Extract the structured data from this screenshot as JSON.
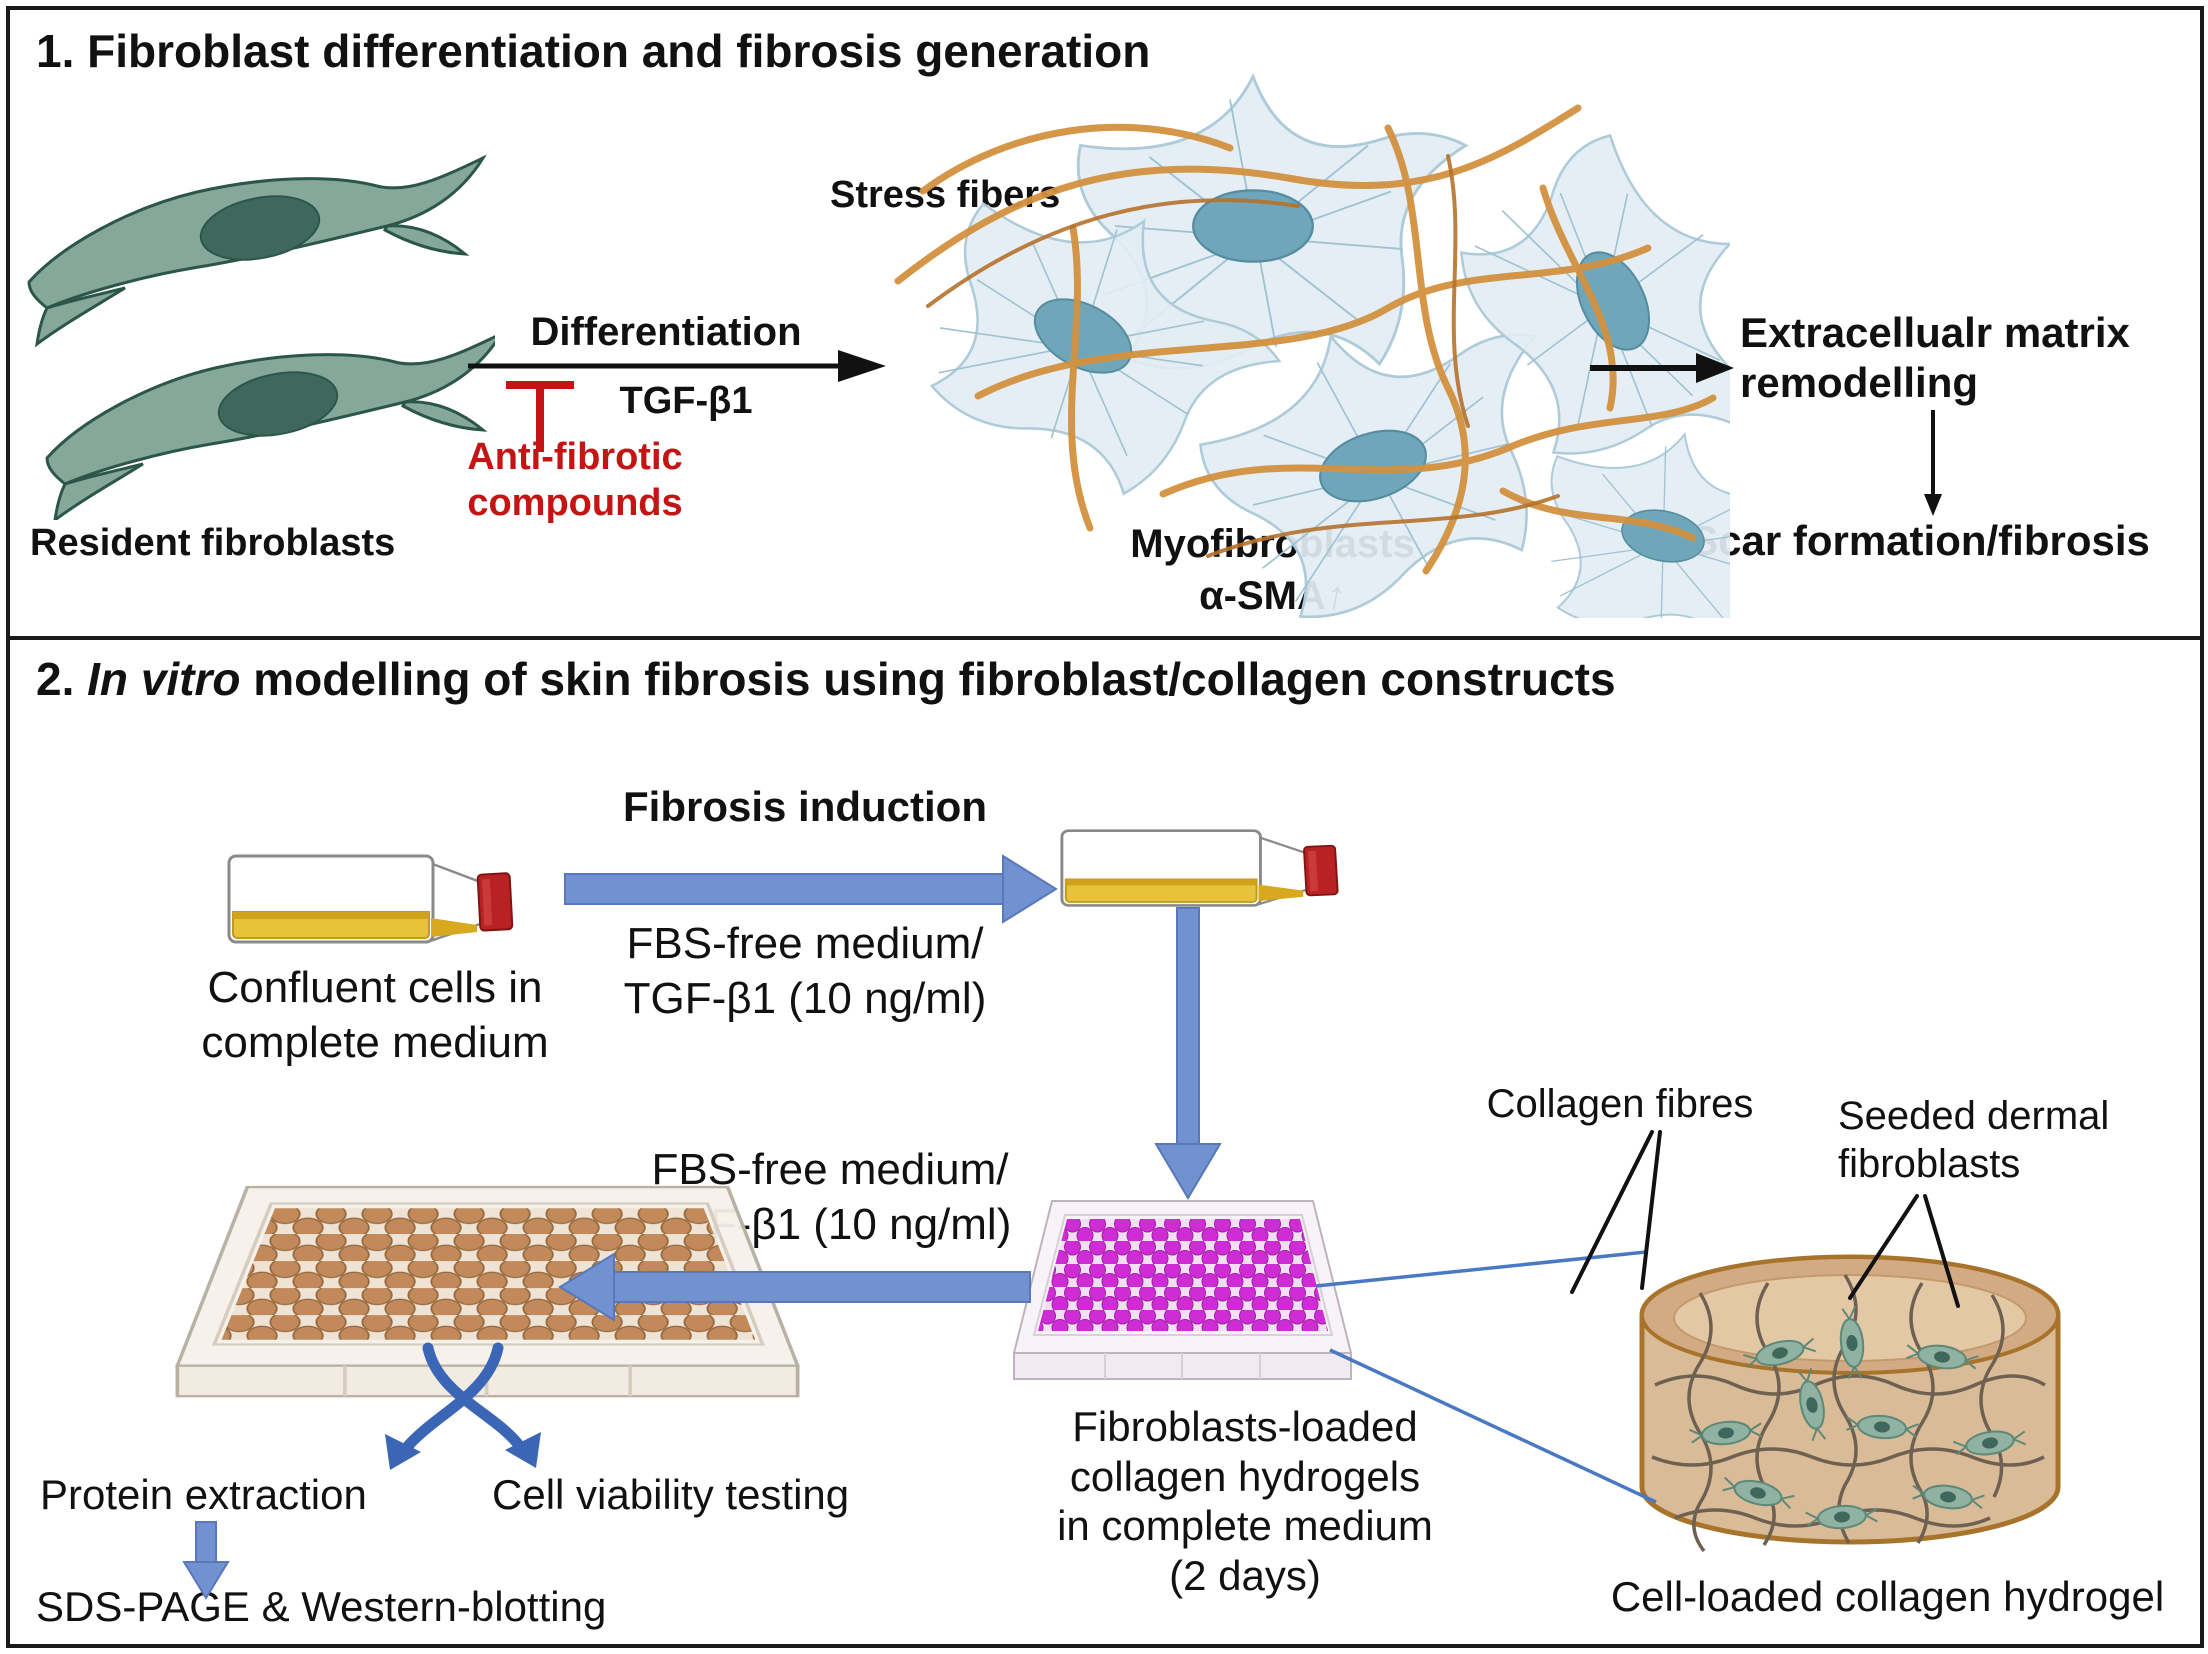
{
  "panel1": {
    "title": "1. Fibroblast differentiation and fibrosis generation",
    "resident_fibroblasts_label": "Resident fibroblasts",
    "differentiation_label": "Differentiation",
    "tgfb1_label": "TGF-β1",
    "anti_fibrotic_line1": "Anti-fibrotic",
    "anti_fibrotic_line2": "compounds",
    "stress_fibers_label": "Stress fibers",
    "myofibroblasts_label": "Myofibroblasts",
    "alpha_sma_label": "α-SMA",
    "alpha_sma_up_arrow": "↑",
    "ecm_line1": "Extracellualr matrix",
    "ecm_line2": "remodelling",
    "scar_label": "Scar formation/fibrosis"
  },
  "panel2": {
    "title_prefix": "2. ",
    "title_italic": "In vitro",
    "title_suffix": " modelling of skin fibrosis using fibroblast/collagen constructs",
    "confluent_line1": "Confluent cells in",
    "confluent_line2": "complete medium",
    "fibrosis_induction_label": "Fibrosis induction",
    "induction_medium_line1": "FBS-free medium/",
    "induction_medium_line2": "TGF-β1 (10 ng/ml)",
    "treatment_medium_line1": "FBS-free medium/",
    "treatment_medium_line2": "TGF-β1 (10 ng/ml)",
    "hydrogel_plate_caption": [
      "Fibroblasts-loaded",
      "collagen hydrogels",
      "in complete medium",
      "(2 days)"
    ],
    "collagen_fibres_label": "Collagen fibres",
    "seeded_dermal_line1": "Seeded dermal",
    "seeded_dermal_line2": "fibroblasts",
    "cell_loaded_hydrogel_label": "Cell-loaded collagen hydrogel",
    "protein_extraction_label": "Protein extraction",
    "cell_viability_label": "Cell viability testing",
    "sds_page_label": "SDS-PAGE & Western-blotting"
  },
  "colors": {
    "process_arrow_blue": "#7191d0",
    "callout_line_blue": "#4a79c4",
    "inhibitor_red": "#c41414",
    "well_magenta": "#d02cd5",
    "well_tan": "#c2895a",
    "fibroblast_green": "#86a89b",
    "fibroblast_nucleus_green": "#3d685b",
    "myofibroblast_blue": "#e2edf3",
    "myofibroblast_nucleus_teal": "#6fa6ba",
    "collagen_fiber_orange": "#d3913f",
    "hydrogel_tan": "#d9bb98",
    "flask_medium_yellow": "#e8c23a",
    "flask_cap_red": "#b92222"
  }
}
